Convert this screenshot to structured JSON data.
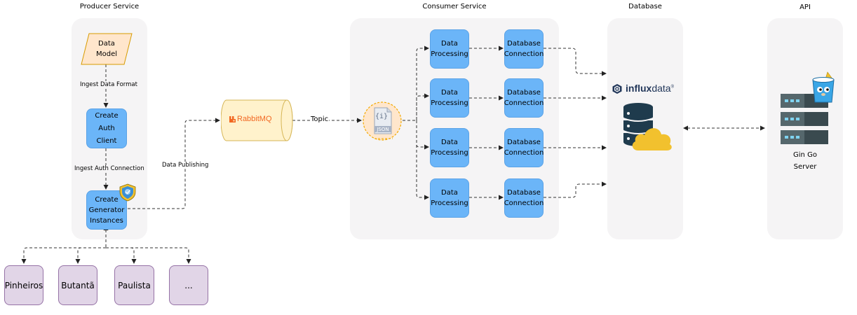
{
  "titles": {
    "producer": "Producer Service",
    "consumer": "Consumer Service",
    "database": "Database",
    "api": "API"
  },
  "producer": {
    "data_model": [
      "Data",
      "Model"
    ],
    "auth_client": [
      "Create",
      "Auth",
      "Client"
    ],
    "generator": [
      "Create",
      "Generator",
      "Instances"
    ],
    "edge_ingest_format": "Ingest Data Format",
    "edge_ingest_auth": "Ingest Auth Connection"
  },
  "edge_data_publishing": "Data Publishing",
  "edge_topic": "Topic",
  "rabbitmq": {
    "brand": "RabbitMQ"
  },
  "json_icon": {
    "label": "JSON",
    "glyph": "{i}"
  },
  "consumer": {
    "rows": [
      {
        "processing": [
          "Data",
          "Processing"
        ],
        "connection": [
          "Database",
          "Connection"
        ]
      },
      {
        "processing": [
          "Data",
          "Processing"
        ],
        "connection": [
          "Database",
          "Connection"
        ]
      },
      {
        "processing": [
          "Data",
          "Processing"
        ],
        "connection": [
          "Database",
          "Connection"
        ]
      },
      {
        "processing": [
          "Data",
          "Processing"
        ],
        "connection": [
          "Database",
          "Connection"
        ]
      }
    ]
  },
  "influx": {
    "brand_bold": "influx",
    "brand_light": "data"
  },
  "api": {
    "server": [
      "Gin Go",
      "Server"
    ]
  },
  "regions": [
    "Pinheiros",
    "Butantã",
    "Paulista",
    "..."
  ],
  "colors": {
    "panel": "#f5f4f5",
    "process_box": "#6bb5f8",
    "region_box": "#e1d5e7",
    "data_model": "#ffe6cc",
    "rabbit_cylinder": "#fff2cc",
    "cloud": "#f2c12e",
    "db_stack": "#1f3b4d"
  },
  "icons": [
    "shield-icon",
    "json-file-icon",
    "database-icon",
    "cloud-icon",
    "influx-logo-icon",
    "server-rack-icon",
    "gopher-mascot-icon",
    "rabbitmq-logo-icon"
  ]
}
